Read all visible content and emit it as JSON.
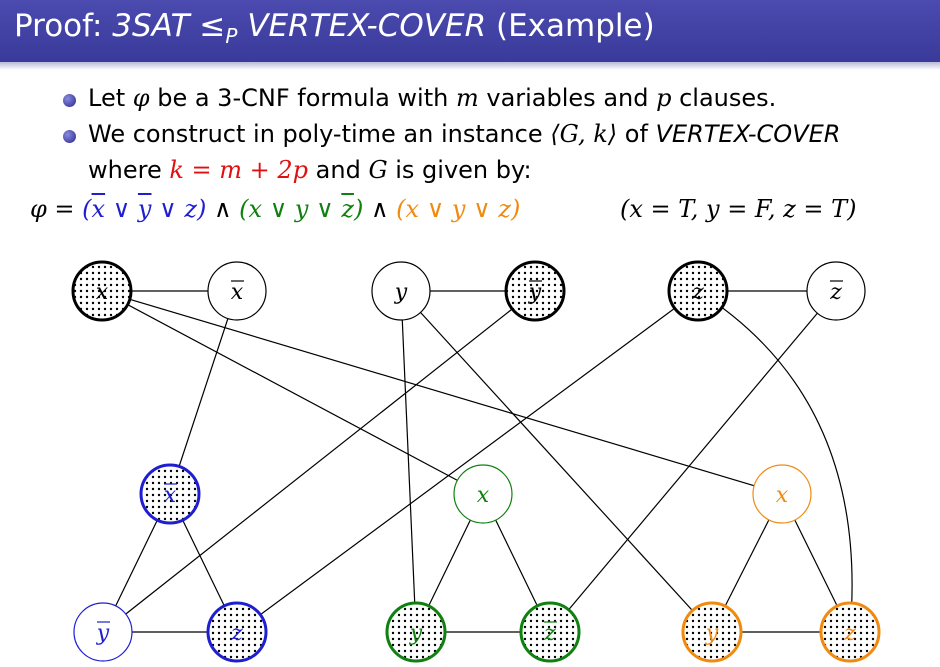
{
  "slide": {
    "title_prefix": "Proof: ",
    "title_math": "3SAT ≤",
    "title_sub": "P",
    "title_math2": " VERTEX-COVER",
    "title_suffix": " (Example)"
  },
  "bullets": {
    "b1": {
      "t1": "Let ",
      "phi": "φ",
      "t2": " be a 3-CNF formula with ",
      "m": "m",
      "t3": " variables and ",
      "p": "p",
      "t4": " clauses."
    },
    "b2": {
      "t1": "We construct in poly-time an instance ",
      "gk": "⟨G, k⟩",
      "t2": " of ",
      "vc": "VERTEX-COVER"
    },
    "b3": {
      "t1": "where ",
      "k": "k = m + 2p",
      "t2": " and ",
      "g": "G",
      "t3": " is given by:"
    }
  },
  "formula": {
    "lhs": "φ = ",
    "and": " ∧ ",
    "c1": {
      "open": "(",
      "a": "x",
      "or1": " ∨ ",
      "b": "y",
      "or2": " ∨ ",
      "c": "z",
      "close": ")"
    },
    "c2": {
      "open": "(",
      "a": "x",
      "or1": " ∨ ",
      "b": "y",
      "or2": " ∨ ",
      "c": "z",
      "close": ")"
    },
    "c3": {
      "open": "(",
      "a": "x",
      "or1": " ∨ ",
      "b": "y",
      "or2": " ∨ ",
      "c": "z",
      "close": ")"
    },
    "assignment": "(x = T, y = F, z = T)"
  },
  "graph": {
    "nodes": {
      "vx": {
        "label": "x",
        "bar": false,
        "color": "#000000",
        "selected": true
      },
      "vnx": {
        "label": "x",
        "bar": true,
        "color": "#000000",
        "selected": false
      },
      "vy": {
        "label": "y",
        "bar": false,
        "color": "#000000",
        "selected": false
      },
      "vny": {
        "label": "y",
        "bar": true,
        "color": "#000000",
        "selected": true
      },
      "vz": {
        "label": "z",
        "bar": false,
        "color": "#000000",
        "selected": true
      },
      "vnz": {
        "label": "z",
        "bar": true,
        "color": "#000000",
        "selected": false
      },
      "c1a": {
        "label": "x",
        "bar": true,
        "color": "#1f1fd0",
        "selected": true
      },
      "c1b": {
        "label": "y",
        "bar": true,
        "color": "#1f1fd0",
        "selected": false
      },
      "c1c": {
        "label": "z",
        "bar": false,
        "color": "#1f1fd0",
        "selected": true
      },
      "c2a": {
        "label": "x",
        "bar": false,
        "color": "#108010",
        "selected": false
      },
      "c2b": {
        "label": "y",
        "bar": false,
        "color": "#108010",
        "selected": true
      },
      "c2c": {
        "label": "z",
        "bar": true,
        "color": "#108010",
        "selected": true
      },
      "c3a": {
        "label": "x",
        "bar": false,
        "color": "#f08a10",
        "selected": false
      },
      "c3b": {
        "label": "y",
        "bar": false,
        "color": "#f08a10",
        "selected": true
      },
      "c3c": {
        "label": "z",
        "bar": false,
        "color": "#f08a10",
        "selected": true
      }
    },
    "edges": [
      [
        "vx",
        "vnx"
      ],
      [
        "vy",
        "vny"
      ],
      [
        "vz",
        "vnz"
      ],
      [
        "c1a",
        "c1b"
      ],
      [
        "c1a",
        "c1c"
      ],
      [
        "c1b",
        "c1c"
      ],
      [
        "c2a",
        "c2b"
      ],
      [
        "c2a",
        "c2c"
      ],
      [
        "c2b",
        "c2c"
      ],
      [
        "c3a",
        "c3b"
      ],
      [
        "c3a",
        "c3c"
      ],
      [
        "c3b",
        "c3c"
      ],
      [
        "vnx",
        "c1a"
      ],
      [
        "vny",
        "c1b"
      ],
      [
        "vz",
        "c1c"
      ],
      [
        "vx",
        "c2a"
      ],
      [
        "vy",
        "c2b"
      ],
      [
        "vnz",
        "c2c"
      ],
      [
        "vx",
        "c3a"
      ],
      [
        "vy",
        "c3b"
      ],
      [
        "vz",
        "c3c"
      ]
    ]
  }
}
